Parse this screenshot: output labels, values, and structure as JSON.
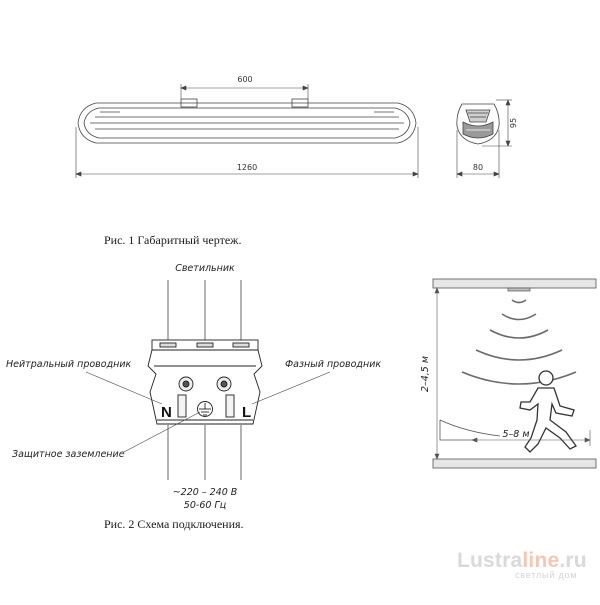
{
  "figure1": {
    "caption": "Рис. 1  Габаритный чертеж.",
    "dim_mount": "600",
    "dim_length": "1260",
    "dim_height": "95",
    "dim_width": "80"
  },
  "figure2": {
    "caption": "Рис. 2  Схема подключения.",
    "label_luminaire": "Светильник",
    "label_neutral": "Нейтральный проводник",
    "label_phase": "Фазный проводник",
    "label_ground": "Защитное заземление",
    "voltage": "~220 – 240 В",
    "frequency": "50-60 Гц",
    "terminal_n": "N",
    "terminal_l": "L"
  },
  "figure3": {
    "mount_height": "2–4,5 м",
    "range": "5–8 м"
  },
  "watermark": {
    "brand_a": "Lustra",
    "brand_b": "line",
    "brand_c": ".ru",
    "tagline": "светлый дом"
  }
}
